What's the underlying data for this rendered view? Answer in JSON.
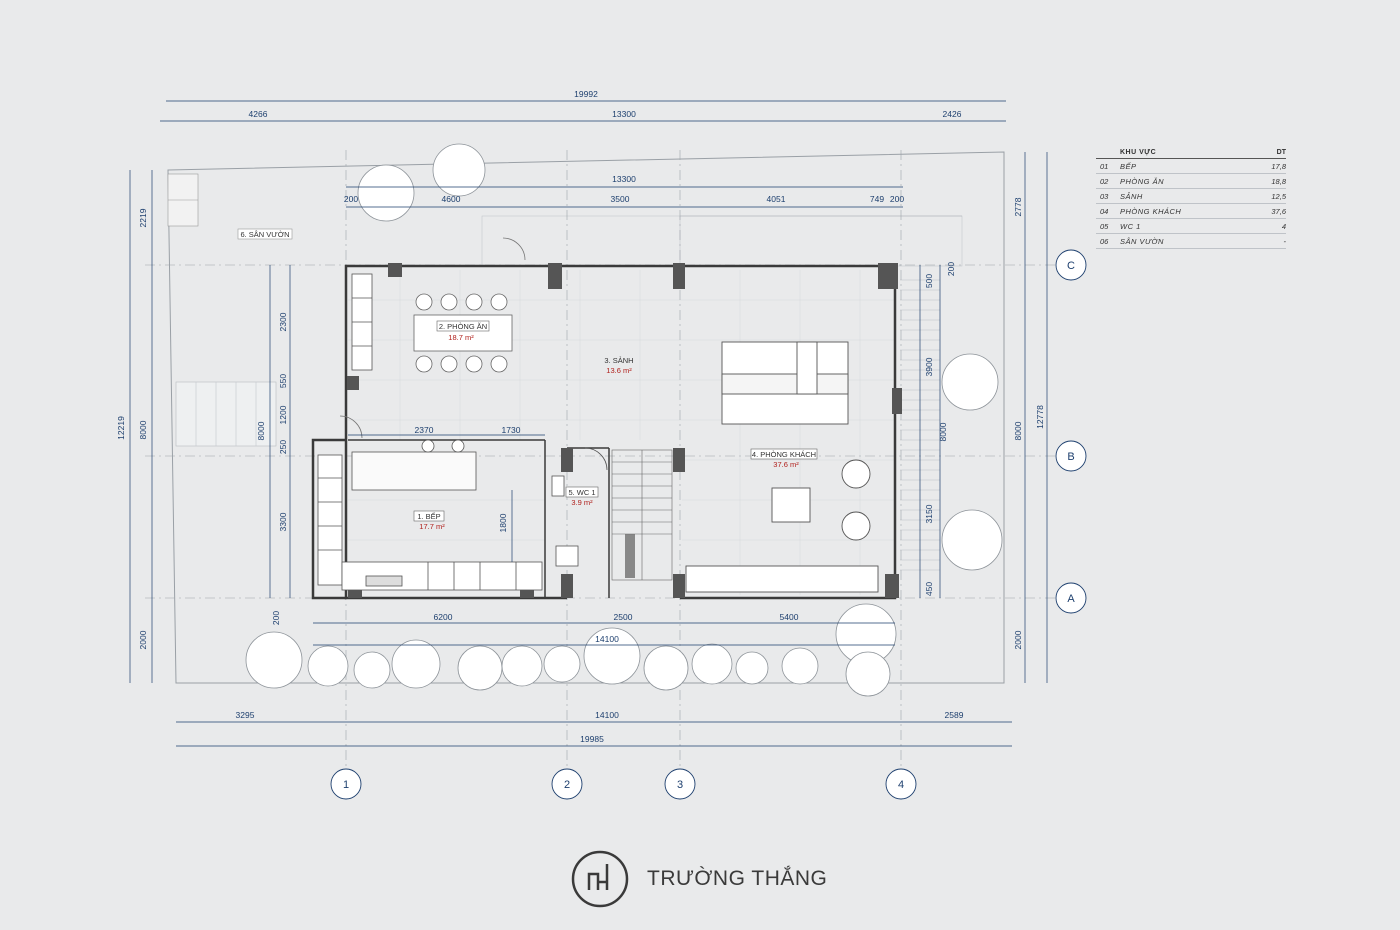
{
  "plan": {
    "overall_dims": {
      "top_total": "19992",
      "top_segments": [
        "4266",
        "13300",
        "2426"
      ],
      "inner_total": "13300",
      "inner_segments": [
        "200",
        "4600",
        "3500",
        "4051",
        "749",
        "200"
      ],
      "left_outer": [
        "2219",
        "12219",
        "8000",
        "2000"
      ],
      "left_inner": [
        "2300",
        "550",
        "1200",
        "250",
        "3300",
        "200",
        "8000"
      ],
      "kitchen_dims": [
        "2370",
        "1730",
        "1800"
      ],
      "bottom_inner": [
        "6200",
        "2500",
        "5400"
      ],
      "bottom_inner_total": "14100",
      "bottom_segments": [
        "3295",
        "14100",
        "2589"
      ],
      "bottom_total": "19985",
      "right_outer": [
        "2778",
        "12778",
        "8000",
        "2000"
      ],
      "right_inner": [
        "500",
        "200",
        "3900",
        "8000",
        "3150",
        "450"
      ]
    },
    "grid_columns": [
      "1",
      "2",
      "3",
      "4"
    ],
    "grid_rows": [
      "C",
      "B",
      "A"
    ],
    "rooms": [
      {
        "label": "1. BẾP",
        "area": "17.7 m²"
      },
      {
        "label": "2. PHÒNG ĂN",
        "area": "18.7 m²"
      },
      {
        "label": "3. SẢNH",
        "area": "13.6 m²"
      },
      {
        "label": "4. PHÒNG KHÁCH",
        "area": "37.6 m²"
      },
      {
        "label": "5. WC 1",
        "area": "3.9 m²"
      },
      {
        "label": "6. SÂN VƯỜN",
        "area": ""
      }
    ]
  },
  "schedule": {
    "header_area": "KHU VỰC",
    "header_dt": "DT",
    "rows": [
      {
        "no": "01",
        "name": "BẾP",
        "dt": "17,8"
      },
      {
        "no": "02",
        "name": "PHÒNG ĂN",
        "dt": "18,8"
      },
      {
        "no": "03",
        "name": "SẢNH",
        "dt": "12,5"
      },
      {
        "no": "04",
        "name": "PHÒNG KHÁCH",
        "dt": "37,6"
      },
      {
        "no": "05",
        "name": "WC 1",
        "dt": "4"
      },
      {
        "no": "06",
        "name": "SÂN VƯỜN",
        "dt": "-"
      }
    ]
  },
  "brand": {
    "name": "TRƯỜNG THẮNG"
  },
  "colors": {
    "dimension": "#1d3f6e",
    "area": "#b0201c",
    "wall": "#3a3a3a",
    "background": "#e9eaeb"
  }
}
